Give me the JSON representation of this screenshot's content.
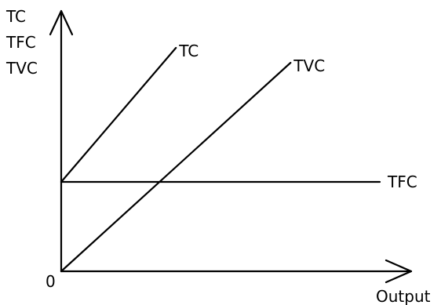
{
  "chart_data": {
    "type": "line",
    "title": "",
    "xlabel": "Output",
    "ylabel_lines": [
      "TC",
      "TFC",
      "TVC"
    ],
    "origin_label": "0",
    "grid": false,
    "xlim": [
      0,
      10
    ],
    "ylim": [
      0,
      8
    ],
    "series": [
      {
        "name": "TC",
        "x": [
          0,
          3.6
        ],
        "y": [
          2.4,
          6.0
        ]
      },
      {
        "name": "TVC",
        "x": [
          0,
          7.2
        ],
        "y": [
          0,
          5.6
        ]
      },
      {
        "name": "TFC",
        "x": [
          0,
          10
        ],
        "y": [
          2.4,
          2.4
        ]
      }
    ],
    "colors": {
      "line": "#000000",
      "text": "#000000",
      "background": "#ffffff"
    }
  }
}
